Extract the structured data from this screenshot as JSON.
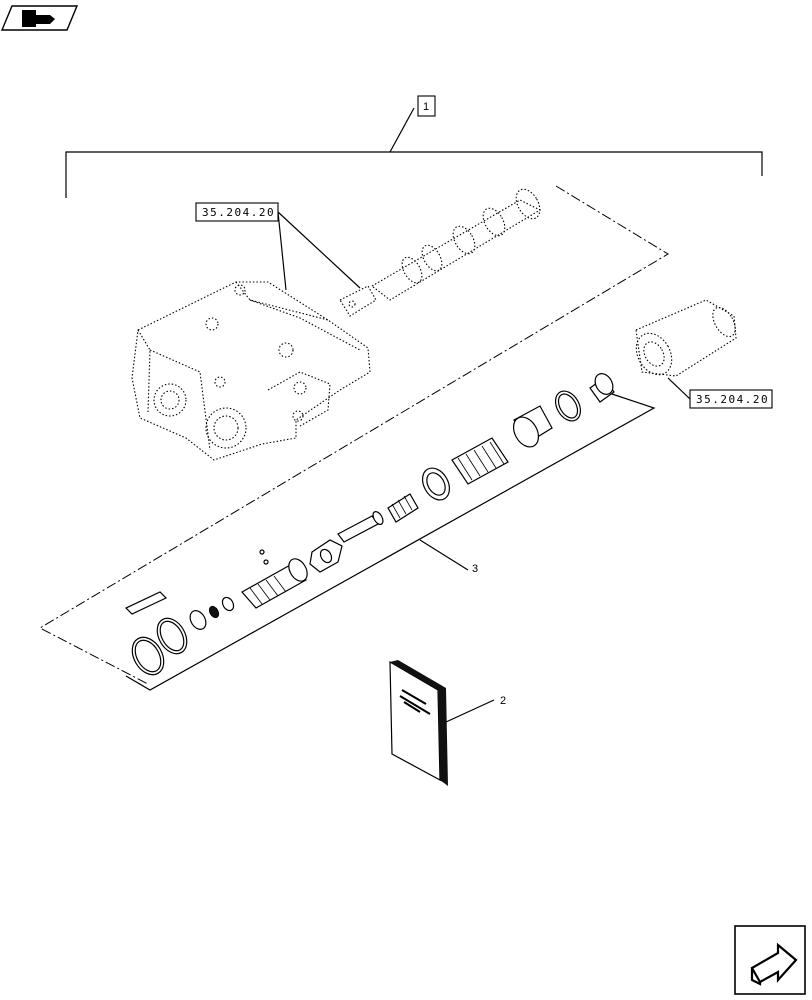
{
  "diagram": {
    "callouts": [
      {
        "id": "1",
        "label": "1"
      },
      {
        "id": "2",
        "label": "2"
      },
      {
        "id": "3",
        "label": "3"
      }
    ],
    "references": [
      {
        "id": "ref-top",
        "label": "35.204.20"
      },
      {
        "id": "ref-right",
        "label": "35.204.20"
      }
    ]
  },
  "icons": {
    "top_left": "back-arrow-icon",
    "bottom_right": "next-page-icon"
  }
}
